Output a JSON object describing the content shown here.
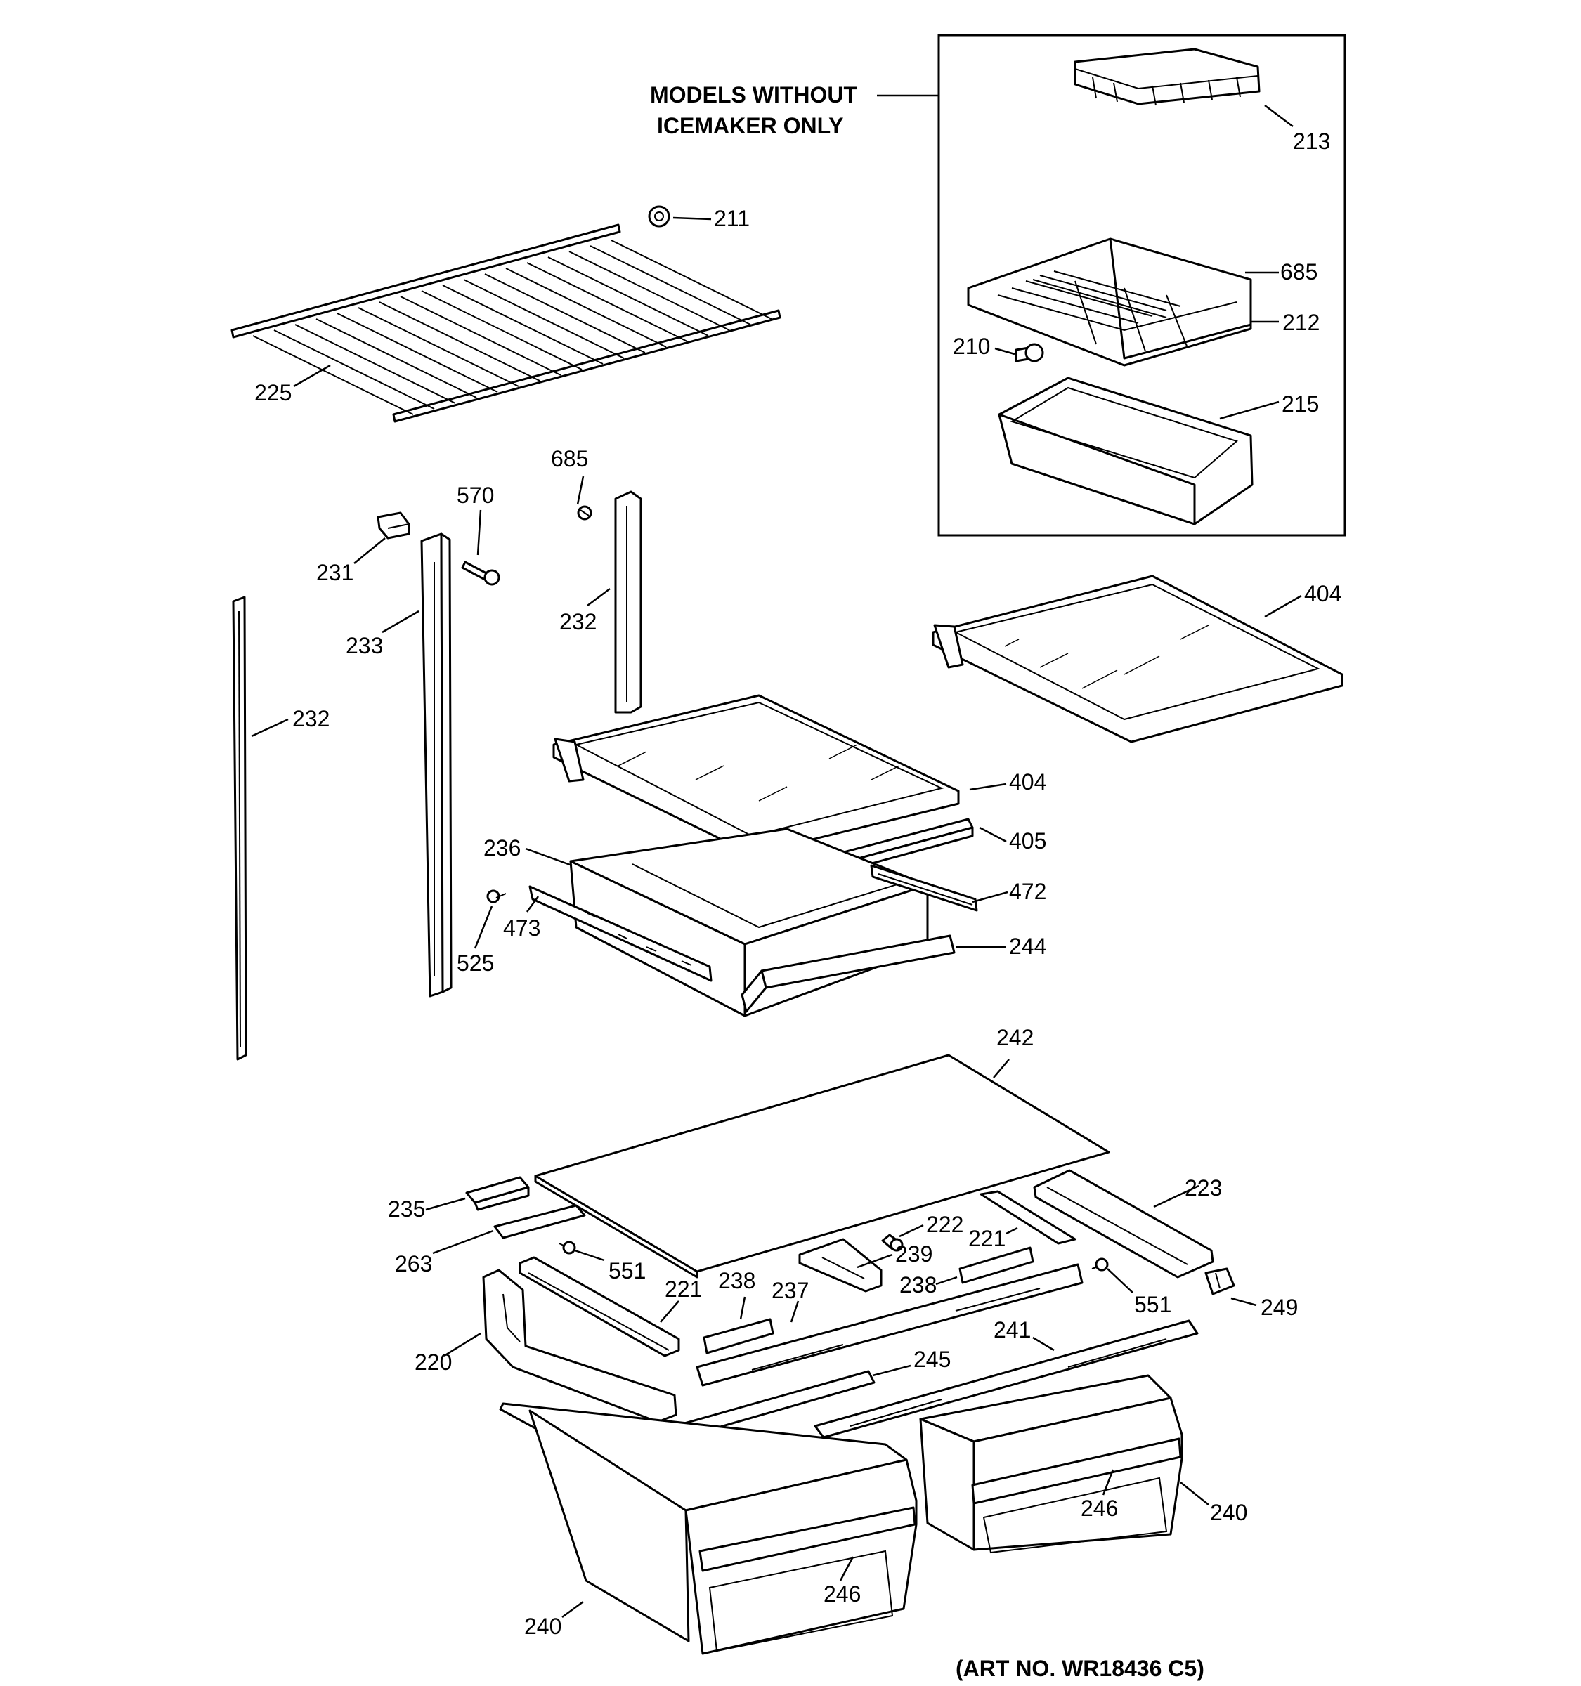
{
  "header": {
    "models_line1": "MODELS WITHOUT",
    "models_line2": "ICEMAKER ONLY"
  },
  "footer": {
    "art_number": "(ART NO. WR18436 C5)"
  },
  "callouts": {
    "c213": "213",
    "c685a": "685",
    "c212": "212",
    "c210": "210",
    "c215": "215",
    "c211": "211",
    "c225": "225",
    "c685b": "685",
    "c570": "570",
    "c231": "231",
    "c233": "233",
    "c232a": "232",
    "c232b": "232",
    "c404a": "404",
    "c404b": "404",
    "c405": "405",
    "c236": "236",
    "c472": "472",
    "c473": "473",
    "c525": "525",
    "c244": "244",
    "c242": "242",
    "c235": "235",
    "c263": "263",
    "c223": "223",
    "c222": "222",
    "c221a": "221",
    "c239": "239",
    "c238a": "238",
    "c238b": "238",
    "c551a": "551",
    "c551b": "551",
    "c249": "249",
    "c221b": "221",
    "c237": "237",
    "c220": "220",
    "c241": "241",
    "c245": "245",
    "c246a": "246",
    "c246b": "246",
    "c240a": "240",
    "c240b": "240"
  }
}
